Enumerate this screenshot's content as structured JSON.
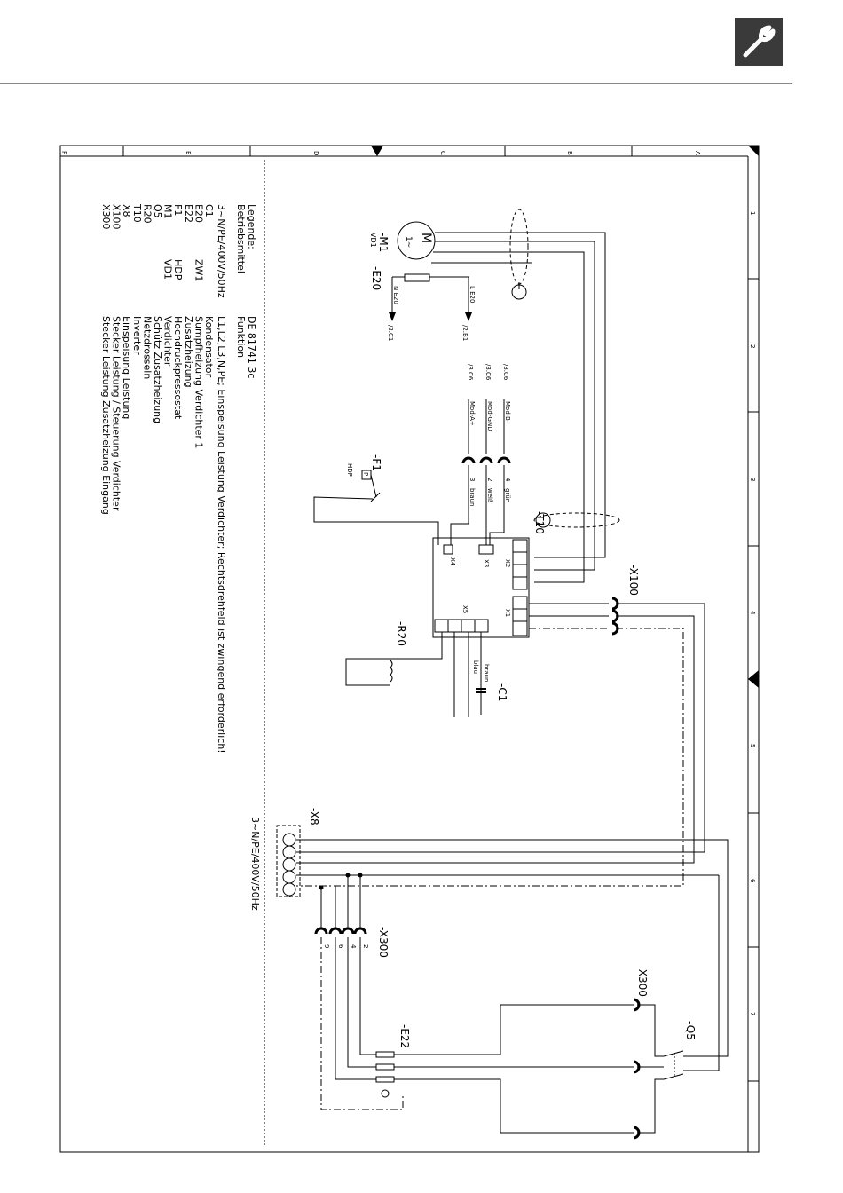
{
  "header": {
    "icon": "wrench-icon"
  },
  "frame": {
    "col_letters": [
      "A",
      "B",
      "C",
      "D",
      "E",
      "F"
    ],
    "row_numbers": [
      "1",
      "2",
      "3",
      "4",
      "5",
      "6",
      "7"
    ]
  },
  "legend": {
    "title": "Legende:",
    "subtitle": "Betriebsmittel",
    "doc_number": "DE 81741 3c",
    "funktion": "Funktion",
    "supply": "3~N/PE/400V/50Hz",
    "supply_desc": "L1,L2,L3,N,PE; Einspeisung Leistung Verdichter; Rechtsdrehfeld ist zwingend erforderlich!",
    "items": [
      {
        "code": "C1",
        "tag": "",
        "desc": "Kondensator"
      },
      {
        "code": "E20",
        "tag": "ZW1",
        "desc": "Sumpfheizung Verdichter 1"
      },
      {
        "code": "E22",
        "tag": "",
        "desc": "Zusatzheizung"
      },
      {
        "code": "F1",
        "tag": "HDP",
        "desc": "Hochdruckpressostat"
      },
      {
        "code": "M1",
        "tag": "VD1",
        "desc": "Verdichter"
      },
      {
        "code": "Q5",
        "tag": "",
        "desc": "Schütz Zusatzheizung"
      },
      {
        "code": "R20",
        "tag": "",
        "desc": "Netzdrosseln"
      },
      {
        "code": "T10",
        "tag": "",
        "desc": "Inverter"
      },
      {
        "code": "X8",
        "tag": "",
        "desc": "Einspeisung Leistung"
      },
      {
        "code": "X100",
        "tag": "",
        "desc": "Stecker Leistung / Steuerung Verdichter"
      },
      {
        "code": "X300",
        "tag": "",
        "desc": "Stecker Leistung Zusatzheizung Eingang"
      }
    ]
  },
  "components": {
    "m1_label": "-M1",
    "m1_sub": "VD1",
    "m1_symbol": "M",
    "m1_phase": "1~",
    "e20_label": "-E20",
    "e20_n": "N E20",
    "e20_l": "L E20",
    "ref_2c1": "/2.C1",
    "ref_2b1": "/2.B1",
    "ref_3c6": "/3.C6",
    "mod_b": "Mod-B-",
    "mod_gnd": "Mod-GND",
    "mod_a": "Mod-A+",
    "f1_label": "-F1",
    "f1_sub": "HDP",
    "f1_p": "P",
    "pin4": "4",
    "pin2": "2",
    "pin3": "3",
    "wire_gruen": "grün",
    "wire_weiss": "weiß",
    "wire_braun": "braun",
    "wire_blau": "blau",
    "t10_label": "-T10",
    "x100_label": "-X100",
    "x2": "X2",
    "x3": "X3",
    "x4": "X4",
    "x1": "X1",
    "x5": "X5",
    "r20_label": "-R20",
    "c1_label": "-C1",
    "x8_label": "-X8",
    "x8_supply": "3~N/PE/400V/50Hz",
    "x300_label": "-X300",
    "x300_label2": "-X300",
    "q5_label": "-Q5",
    "e22_label": "-E22",
    "pin9": "9",
    "pin6": "6"
  }
}
